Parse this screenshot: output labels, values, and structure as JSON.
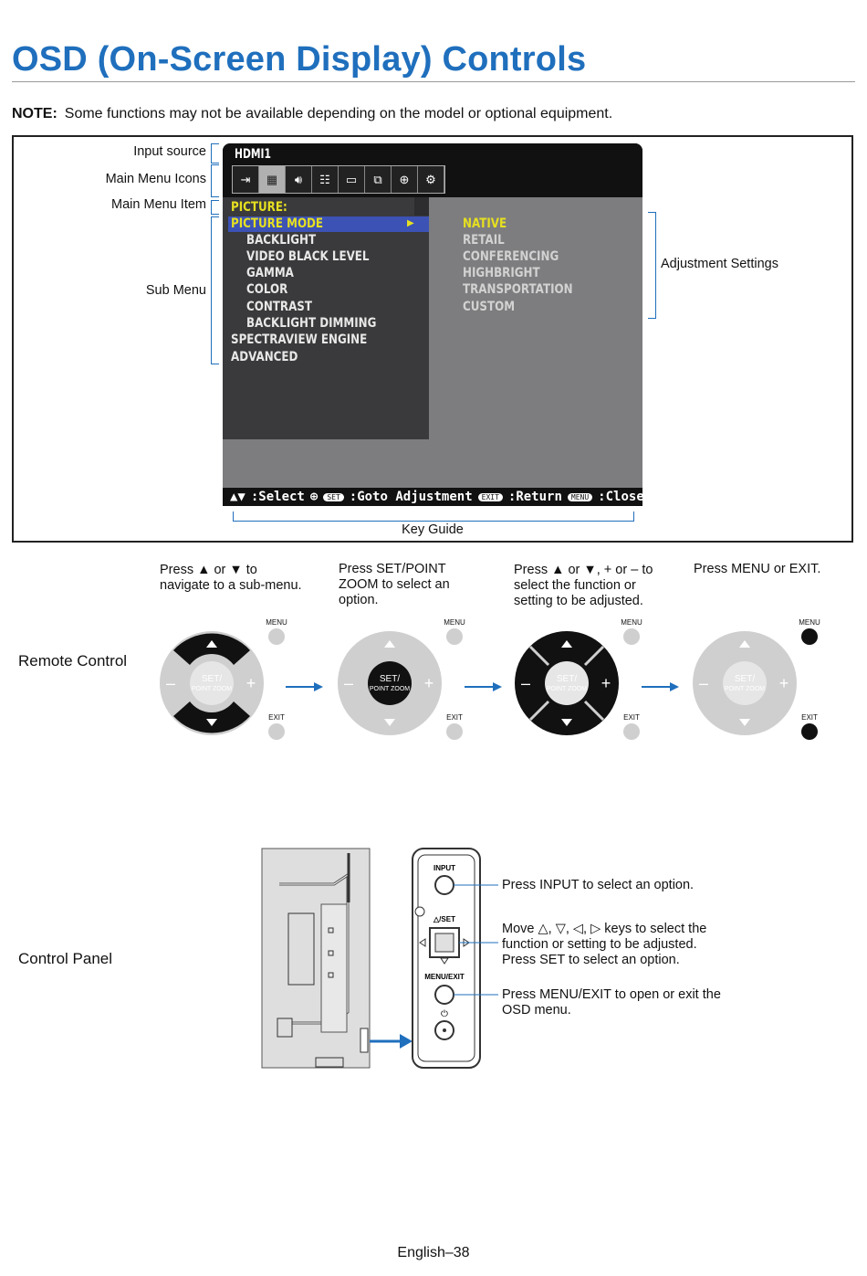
{
  "page": {
    "title": "OSD (On-Screen Display) Controls",
    "note_label": "NOTE:",
    "note_text": "Some functions may not be available depending on the model or optional equipment.",
    "footer": "English–38"
  },
  "callouts": {
    "input_source": "Input source",
    "main_menu_icons": "Main Menu Icons",
    "main_menu_item": "Main Menu Item",
    "sub_menu": "Sub Menu",
    "adjustment_settings": "Adjustment Settings",
    "key_guide": "Key Guide"
  },
  "osd": {
    "input": "HDMI1",
    "icons": [
      "input-icon",
      "picture-icon",
      "audio-icon",
      "schedule-icon",
      "display-icon",
      "multi-input-icon",
      "protect-icon",
      "system-icon"
    ],
    "main_item": "PICTURE:",
    "selected_item": "PICTURE MODE",
    "sub_items": [
      "BACKLIGHT",
      "VIDEO BLACK LEVEL",
      "GAMMA",
      "COLOR",
      "CONTRAST",
      "BACKLIGHT DIMMING"
    ],
    "other_items": [
      "SPECTRAVIEW ENGINE",
      "ADVANCED"
    ],
    "adjustments": [
      "NATIVE",
      "RETAIL",
      "CONFERENCING",
      "HIGHBRIGHT",
      "TRANSPORTATION",
      "CUSTOM"
    ],
    "key_guide": {
      "select": ":Select",
      "set_pill": "SET",
      "goto": ":Goto Adjustment",
      "exit_pill": "EXIT",
      "return": ":Return",
      "menu_pill": "MENU",
      "close": ":Close"
    },
    "colors": {
      "highlight_text": "#e6e020",
      "selected_bar": "#3c52b5",
      "accent": "#1f6fbd"
    }
  },
  "remote": {
    "row_label": "Remote Control",
    "steps": [
      "Press ▲ or ▼ to navigate to a sub-menu.",
      "Press SET/POINT ZOOM to select an option.",
      "Press ▲ or ▼, + or – to select the function or setting to be adjusted.",
      "Press MENU or EXIT."
    ],
    "menu_label": "MENU",
    "exit_label": "EXIT",
    "set_label_1": "SET/",
    "set_label_2": "POINT ZOOM",
    "plus": "+",
    "minus": "–"
  },
  "panel": {
    "row_label": "Control Panel",
    "input_label": "INPUT",
    "set_label": "△/SET",
    "menu_label": "MENU/EXIT",
    "input_text": "Press INPUT to select an option.",
    "move_text_1": "Move △, ▽, ◁, ▷ keys to select the",
    "move_text_2": "function or setting to be adjusted.",
    "move_text_3": "Press SET to select an option.",
    "menu_text_1": "Press MENU/EXIT to open or exit the",
    "menu_text_2": "OSD menu."
  }
}
